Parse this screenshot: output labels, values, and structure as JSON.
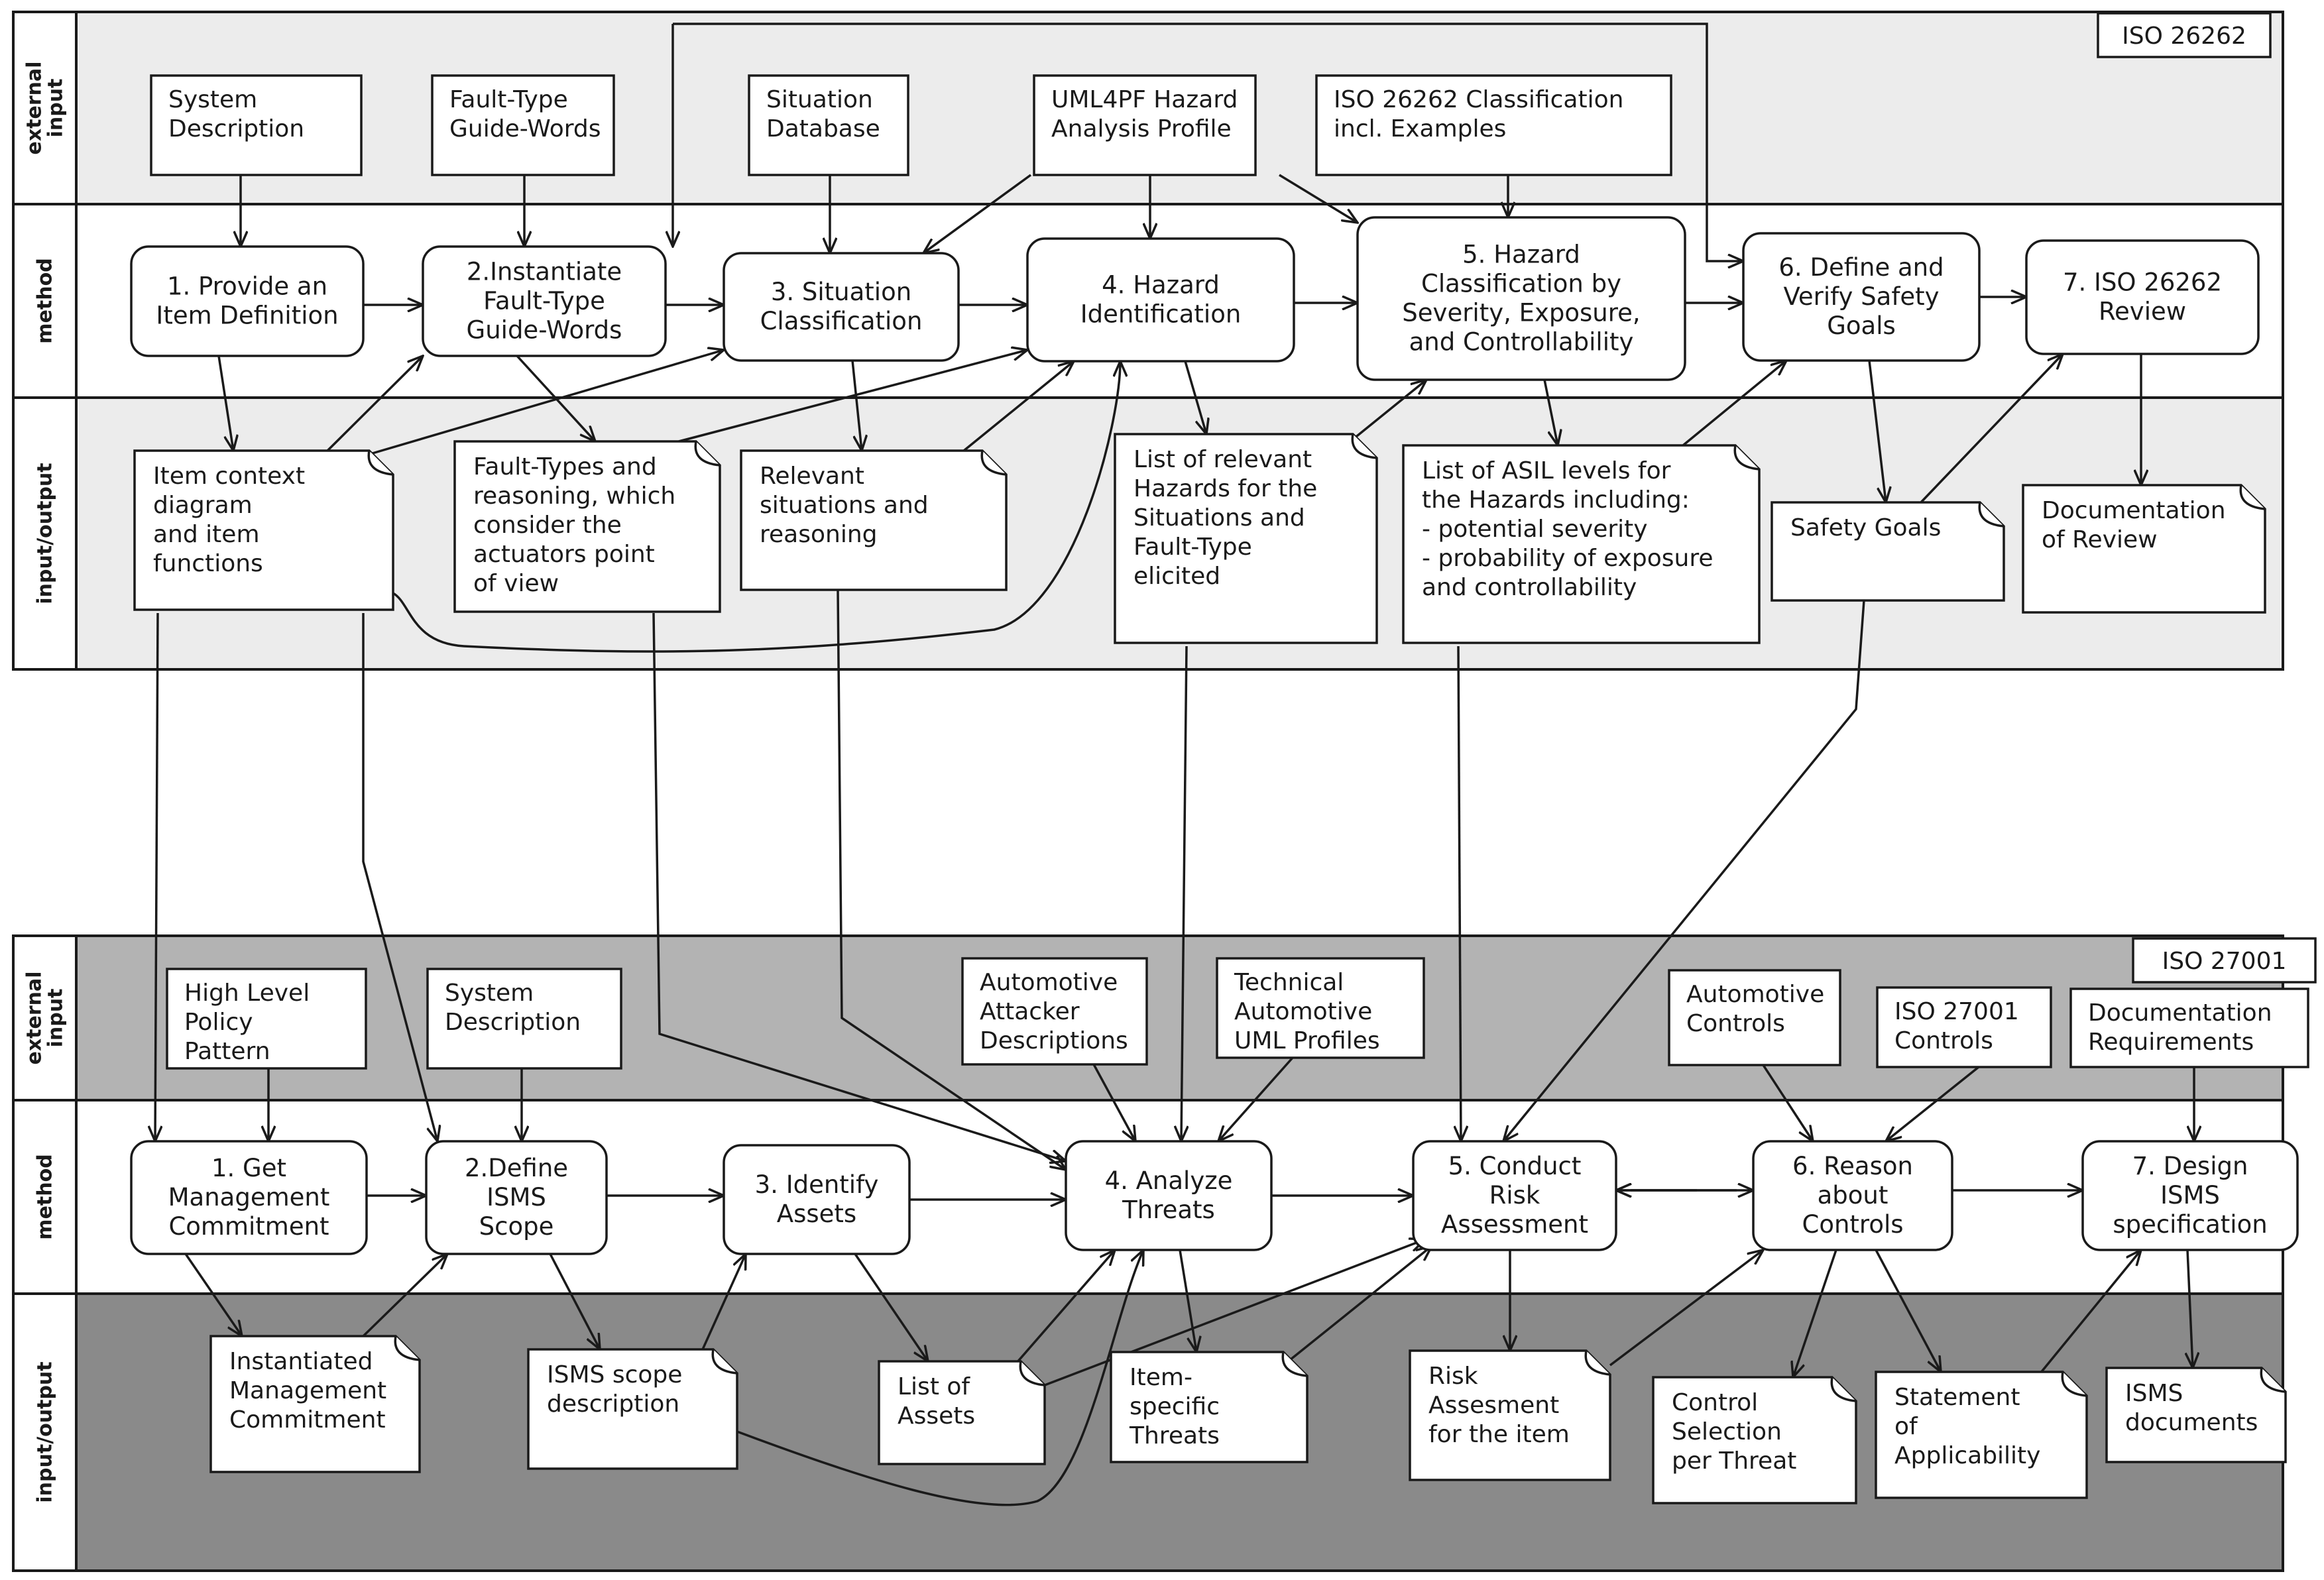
{
  "colors": {
    "upper_band_fill": "#ececec",
    "lower_external_fill": "#b3b3b3",
    "lower_io_fill": "#8a8a8a",
    "method_fill": "#ffffff",
    "line": "#1a1a1a"
  },
  "lane_labels": {
    "external_input": [
      "external",
      "input"
    ],
    "method": [
      "method"
    ],
    "input_output": [
      "input/output"
    ]
  },
  "iso26262": {
    "tag": "ISO 26262",
    "external_inputs": [
      {
        "id": "a_sysdesc",
        "lines": [
          "System",
          "Description"
        ]
      },
      {
        "id": "a_guide",
        "lines": [
          "Fault-Type",
          "Guide-Words"
        ]
      },
      {
        "id": "a_sitdb",
        "lines": [
          "Situation",
          "Database"
        ]
      },
      {
        "id": "a_uml",
        "lines": [
          "UML4PF Hazard",
          "Analysis Profile"
        ]
      },
      {
        "id": "a_isoclass",
        "lines": [
          "ISO 26262 Classification",
          "incl. Examples"
        ]
      }
    ],
    "steps": [
      {
        "id": "a_s1",
        "lines": [
          "1. Provide an",
          "Item Definition"
        ]
      },
      {
        "id": "a_s2",
        "lines": [
          "2.Instantiate",
          "Fault-Type",
          "Guide-Words"
        ]
      },
      {
        "id": "a_s3",
        "lines": [
          "3. Situation",
          "Classification"
        ]
      },
      {
        "id": "a_s4",
        "lines": [
          "4. Hazard",
          "Identification"
        ]
      },
      {
        "id": "a_s5",
        "lines": [
          "5. Hazard",
          "Classification by",
          "Severity, Exposure,",
          "and Controllability"
        ]
      },
      {
        "id": "a_s6",
        "lines": [
          "6. Define and",
          "Verify Safety",
          "Goals"
        ]
      },
      {
        "id": "a_s7",
        "lines": [
          "7. ISO 26262",
          "Review"
        ]
      }
    ],
    "outputs": [
      {
        "id": "a_o1",
        "lines": [
          "Item context",
          "diagram",
          "and item",
          "functions"
        ]
      },
      {
        "id": "a_o2",
        "lines": [
          "Fault-Types and",
          "reasoning, which",
          "consider the",
          "actuators point",
          "of view"
        ]
      },
      {
        "id": "a_o3",
        "lines": [
          "Relevant",
          "situations and",
          "reasoning"
        ]
      },
      {
        "id": "a_o4",
        "lines": [
          "List of relevant",
          "Hazards for the",
          "Situations and",
          "Fault-Type",
          "elicited"
        ]
      },
      {
        "id": "a_o5",
        "lines": [
          "List of ASIL levels for",
          "the Hazards including:",
          "- potential severity",
          "- probability of exposure",
          "and controllability"
        ]
      },
      {
        "id": "a_o6",
        "lines": [
          "Safety Goals"
        ]
      },
      {
        "id": "a_o7",
        "lines": [
          "Documentation",
          "of Review"
        ]
      }
    ]
  },
  "iso27001": {
    "tag": "ISO 27001",
    "external_inputs": [
      {
        "id": "b_policy",
        "lines": [
          "High Level",
          "Policy",
          "Pattern"
        ]
      },
      {
        "id": "b_sysdesc",
        "lines": [
          "System",
          "Description"
        ]
      },
      {
        "id": "b_attacker",
        "lines": [
          "Automotive",
          "Attacker",
          "Descriptions"
        ]
      },
      {
        "id": "b_techuml",
        "lines": [
          "Technical",
          "Automotive",
          "UML Profiles"
        ]
      },
      {
        "id": "b_autoctrl",
        "lines": [
          "Automotive",
          "Controls"
        ]
      },
      {
        "id": "b_isoctrl",
        "lines": [
          "ISO 27001",
          "Controls"
        ]
      },
      {
        "id": "b_docreq",
        "lines": [
          "Documentation",
          "Requirements"
        ]
      }
    ],
    "steps": [
      {
        "id": "b_s1",
        "lines": [
          "1. Get",
          "Management",
          "Commitment"
        ]
      },
      {
        "id": "b_s2",
        "lines": [
          "2.Define",
          "ISMS",
          "Scope"
        ]
      },
      {
        "id": "b_s3",
        "lines": [
          "3. Identify",
          "Assets"
        ]
      },
      {
        "id": "b_s4",
        "lines": [
          "4. Analyze",
          "Threats"
        ]
      },
      {
        "id": "b_s5",
        "lines": [
          "5. Conduct",
          "Risk",
          "Assessment"
        ]
      },
      {
        "id": "b_s6",
        "lines": [
          "6. Reason",
          "about",
          "Controls"
        ]
      },
      {
        "id": "b_s7",
        "lines": [
          "7. Design",
          "ISMS",
          "specification"
        ]
      }
    ],
    "outputs": [
      {
        "id": "b_o1",
        "lines": [
          "Instantiated",
          "Management",
          "Commitment"
        ]
      },
      {
        "id": "b_o2",
        "lines": [
          "ISMS scope",
          "description"
        ]
      },
      {
        "id": "b_o3",
        "lines": [
          "List of",
          "Assets"
        ]
      },
      {
        "id": "b_o4",
        "lines": [
          "Item-",
          "specific",
          "Threats"
        ]
      },
      {
        "id": "b_o5",
        "lines": [
          "Risk",
          "Assesment",
          "for the item"
        ]
      },
      {
        "id": "b_o6",
        "lines": [
          "Control",
          "Selection",
          "per Threat"
        ]
      },
      {
        "id": "b_o7",
        "lines": [
          "Statement",
          "of",
          "Applicability"
        ]
      },
      {
        "id": "b_o8",
        "lines": [
          "ISMS",
          "documents"
        ]
      }
    ]
  }
}
